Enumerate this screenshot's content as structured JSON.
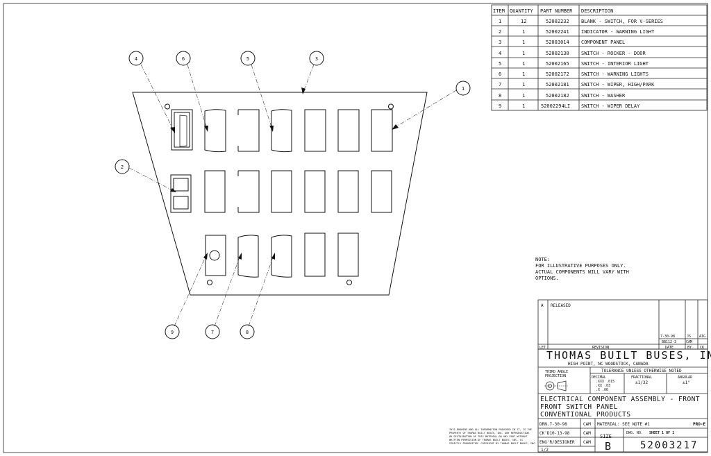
{
  "bom": {
    "headers": [
      "ITEM",
      "QUANTITY",
      "PART NUMBER",
      "DESCRIPTION"
    ],
    "rows": [
      [
        "1",
        "12",
        "52002232",
        "BLANK - SWITCH, FOR V-SERIES"
      ],
      [
        "2",
        "1",
        "52002241",
        "INDICATOR - WARNING LIGHT"
      ],
      [
        "3",
        "1",
        "52003014",
        "COMPONENT PANEL"
      ],
      [
        "4",
        "1",
        "52002138",
        "SWITCH - ROCKER - DOOR"
      ],
      [
        "5",
        "1",
        "52002165",
        "SWITCH - INTERIOR LIGHT"
      ],
      [
        "6",
        "1",
        "52002172",
        "SWITCH - WARNING LIGHTS"
      ],
      [
        "7",
        "1",
        "52002181",
        "SWITCH - WIPER, HIGH/PARK"
      ],
      [
        "8",
        "1",
        "52002182",
        "SWITCH - WASHER"
      ],
      [
        "9",
        "1",
        "52002294LI",
        "SWITCH - WIPER DELAY"
      ]
    ]
  },
  "callouts": [
    "1",
    "2",
    "3",
    "4",
    "5",
    "6",
    "7",
    "8",
    "9"
  ],
  "note": [
    "NOTE:",
    "FOR ILLUSTRATIVE PURPOSES ONLY.",
    "ACTUAL COMPONENTS WILL VARY WITH",
    "OPTIONS."
  ],
  "revision": {
    "letter": "A",
    "text": "RELEASED",
    "date": "7-30-98",
    "by": "JS",
    "ck": "AIG",
    "date2": "BB112-3",
    "by2": "CAM",
    "headers": [
      "LET",
      "REVISION",
      "DATE",
      "BY",
      "CK"
    ]
  },
  "title_block": {
    "company": "THOMAS BUILT BUSES, INC.",
    "locations": "HIGH POINT, NC     WOODSTOCK, CANADA",
    "tolerance_header": "TOLERANCE UNLESS OTHERWISE NOTED",
    "projection": [
      "THIRD ANGLE",
      "PROJECTION"
    ],
    "decimal_label": "DECIMAL",
    "decimal_values": [
      ".XXX  .015",
      ".XX   .03",
      ".X    .06"
    ],
    "fractional_label": "FRACTIONAL",
    "fractional_value": "±1/32",
    "angular_label": "ANGULAR",
    "angular_value": "±1°",
    "title_lines": [
      "ELECTRICAL COMPONENT ASSEMBLY - FRONT",
      "FRONT SWITCH PANEL",
      "CONVENTIONAL PRODUCTS"
    ],
    "drn": "DRN.7-30-98",
    "drn_by": "CAM",
    "ck": "CK'D10-13-98",
    "ck_by": "CAM",
    "eng": "ENG'R/DESIGNER",
    "eng_by": "CAM",
    "material": "MATERIAL: SEE NOTE #1",
    "pro": "PRO-E",
    "size_label": "SIZE",
    "size": "B",
    "dwg_label": "DWG. NO.",
    "sheet": "SHEET 1 OF 1",
    "dwg_no": "52003217",
    "scale": "1/2"
  },
  "proprietary": [
    "THIS DRAWING AND ALL INFORMATION PROVIDED IN IT, IS THE",
    "PROPERTY OF THOMAS BUILT BUSES, INC. ANY REPRODUCTION",
    "OR DISTRIBUTION OF THIS MATERIAL OR ANY PART WITHOUT",
    "WRITTEN PERMISSION OF THOMAS BUILT BUSES, INC. IS",
    "STRICTLY PROHIBITED. COPYRIGHT BY THOMAS BUILT BUSES, INC."
  ]
}
